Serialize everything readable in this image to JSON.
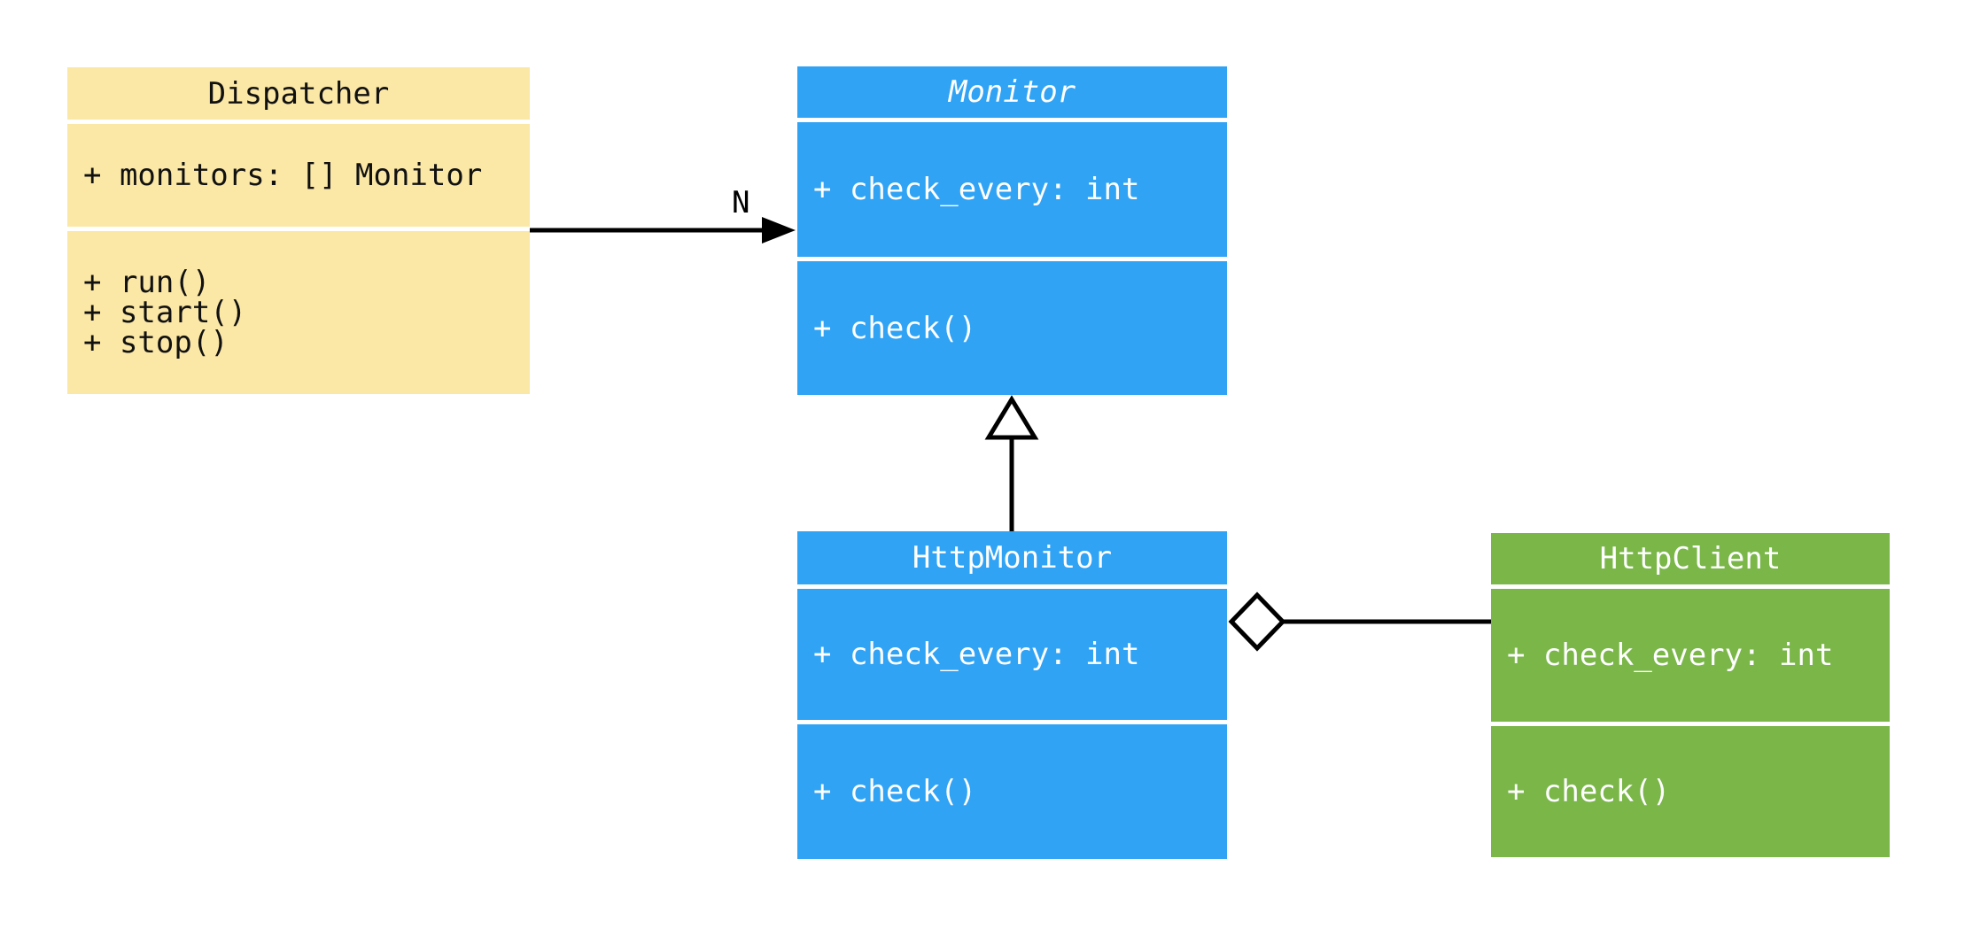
{
  "canvas": {
    "background": "#FFFFFF",
    "line_color": "#000000"
  },
  "classes": {
    "dispatcher": {
      "name": "Dispatcher",
      "abstract": false,
      "fill": "#FBE8A6",
      "text_color": "#111111",
      "attributes": [
        "+ monitors: [] Monitor"
      ],
      "methods": [
        "+ run()",
        "+ start()",
        "+ stop()"
      ]
    },
    "monitor": {
      "name": "Monitor",
      "abstract": true,
      "fill": "#30A3F5",
      "text_color": "#FFFFFF",
      "attributes": [
        "+ check_every: int"
      ],
      "methods": [
        "+ check()"
      ]
    },
    "http_monitor": {
      "name": "HttpMonitor",
      "abstract": false,
      "fill": "#30A3F5",
      "text_color": "#FFFFFF",
      "attributes": [
        "+ check_every: int"
      ],
      "methods": [
        "+ check()"
      ]
    },
    "http_client": {
      "name": "HttpClient",
      "abstract": false,
      "fill": "#7AB648",
      "text_color": "#FFFFFF",
      "attributes": [
        "+ check_every: int"
      ],
      "methods": [
        "+ check()"
      ]
    }
  },
  "relations": {
    "dispatcher_monitor": {
      "type": "association",
      "from": "Dispatcher",
      "to": "Monitor",
      "arrow": "filled-arrowhead",
      "label": "N"
    },
    "httpmonitor_monitor": {
      "type": "generalization",
      "from": "HttpMonitor",
      "to": "Monitor",
      "arrow": "hollow-triangle"
    },
    "httpmonitor_httpclient": {
      "type": "aggregation",
      "whole": "HttpMonitor",
      "part": "HttpClient",
      "arrow": "hollow-diamond"
    }
  }
}
